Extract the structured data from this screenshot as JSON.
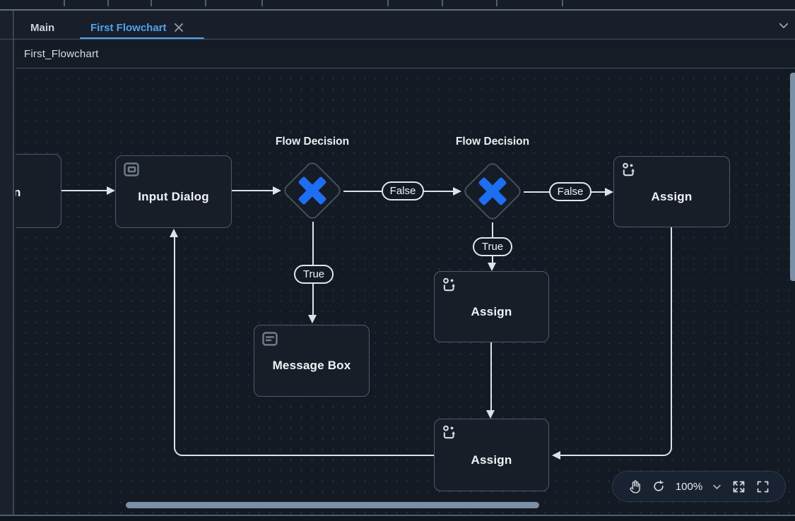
{
  "header": {
    "tabs": [
      {
        "label": "Main",
        "active": false
      },
      {
        "label": "First Flowchart",
        "active": true
      }
    ],
    "breadcrumb": "First_Flowchart"
  },
  "canvas": {
    "partial_node": {
      "label": "n"
    },
    "nodes": {
      "input_dialog": {
        "label": "Input Dialog",
        "icon": "input-dialog-icon"
      },
      "message_box": {
        "label": "Message Box",
        "icon": "message-box-icon"
      },
      "assign_top_right": {
        "label": "Assign",
        "icon": "assign-icon"
      },
      "assign_middle": {
        "label": "Assign",
        "icon": "assign-icon"
      },
      "assign_bottom": {
        "label": "Assign",
        "icon": "assign-icon"
      }
    },
    "decisions": {
      "first": {
        "label": "Flow Decision",
        "false_label": "False",
        "true_label": "True"
      },
      "second": {
        "label": "Flow Decision",
        "false_label": "False",
        "true_label": "True"
      }
    }
  },
  "controls": {
    "zoom_level": "100%",
    "icons": [
      "pan-hand-icon",
      "reset-zoom-icon",
      "zoom-select-chevron-icon",
      "fit-to-screen-icon",
      "fullscreen-icon"
    ]
  },
  "colors": {
    "accent_blue": "#1e6ef2",
    "tab_active_blue": "#4da3f0",
    "edge_line": "#dce2e8",
    "scrollbar": "#7b90a7"
  }
}
